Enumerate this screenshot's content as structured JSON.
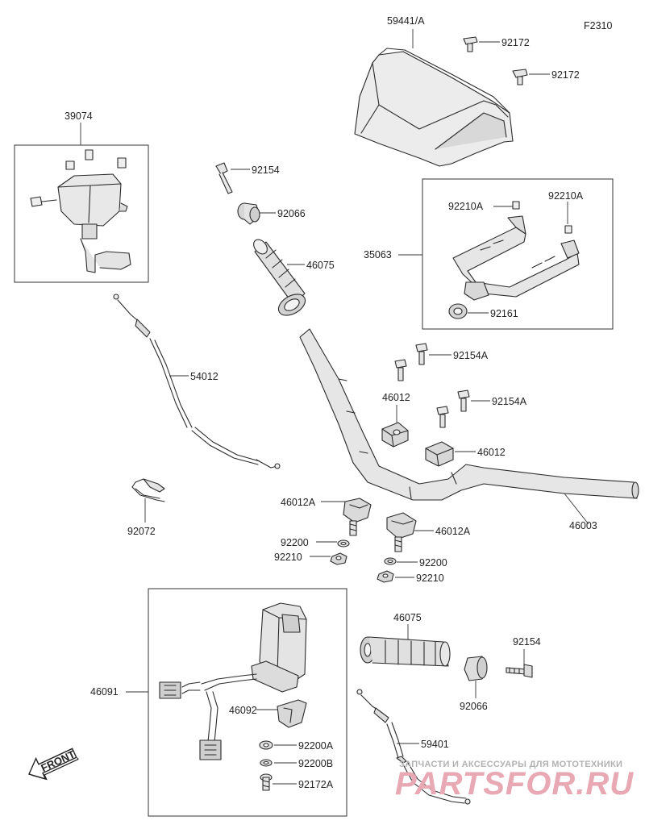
{
  "figure_code": "F2310",
  "labels": {
    "screen": "59441/A",
    "screw_a": "92172",
    "screw_b": "92172",
    "switch_assy": "39074",
    "bolt_top": "92154",
    "weight_top": "92066",
    "grip_top": "46075",
    "bracket_assy": "35063",
    "bracket_bolt_a": "92210A",
    "bracket_bolt_b": "92210A",
    "bracket_nut": "92161",
    "cable_top": "54012",
    "bolt_a_upper": "92154A",
    "holder_upper_left": "46012",
    "bolt_a_lower": "92154A",
    "holder_upper_right": "46012",
    "clamp": "92072",
    "handlebar": "46003",
    "holder_lower_left": "46012A",
    "holder_lower_right": "46012A",
    "washer_left": "92200",
    "nut_left": "92210",
    "washer_right": "92200",
    "nut_right": "92210",
    "grip_bottom": "46075",
    "bolt_bottom": "92154",
    "weight_bottom": "92066",
    "lever_assy": "46091",
    "lever": "46092",
    "washer_a": "92200A",
    "washer_b": "92200B",
    "screw_bottom": "92172A",
    "cable_bottom": "59401"
  },
  "front_arrow": "FRONT",
  "watermark": {
    "caption": "ЗАПЧАСТИ И АКСЕССУАРЫ ДЛЯ МОТОТЕХНИКИ",
    "brand": "PARTSFOR.RU"
  }
}
